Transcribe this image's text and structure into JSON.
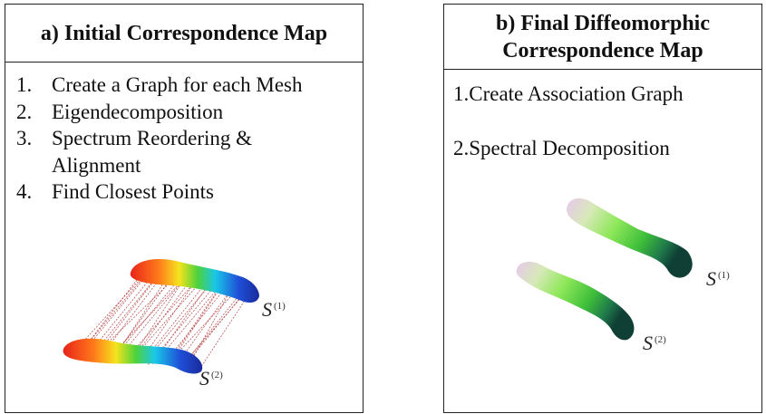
{
  "panel_a": {
    "title": "a) Initial Correspondence Map",
    "steps": [
      {
        "num": "1.",
        "text": "Create a Graph for each Mesh"
      },
      {
        "num": "2.",
        "text": "Eigendecomposition"
      },
      {
        "num": "3.",
        "text": "Spectrum Reordering &"
      },
      {
        "num": "",
        "text": "Alignment"
      },
      {
        "num": "4.",
        "text": "Find Closest Points"
      }
    ],
    "shape1_label": {
      "base": "S",
      "sup": "(1)"
    },
    "shape2_label": {
      "base": "S",
      "sup": "(2)"
    }
  },
  "panel_b": {
    "title_line1": "b) Final Diffeomorphic",
    "title_line2": "Correspondence Map",
    "steps": [
      {
        "text": "1.Create Association Graph"
      },
      {
        "text": "2.Spectral Decomposition"
      }
    ],
    "shape1_label": {
      "base": "S",
      "sup": "(1)"
    },
    "shape2_label": {
      "base": "S",
      "sup": "(2)"
    }
  },
  "colors": {
    "rainbow": [
      "#e8231a",
      "#ff8a1c",
      "#f5e31e",
      "#4fd23a",
      "#19c7e8",
      "#1f4fd8",
      "#1a2b9c"
    ],
    "correspondence_lines": "#b23a3a",
    "purple_green": [
      "#e9c7ef",
      "#b9f07a",
      "#5fd33a",
      "#1f7a4a",
      "#0f3f35"
    ]
  }
}
